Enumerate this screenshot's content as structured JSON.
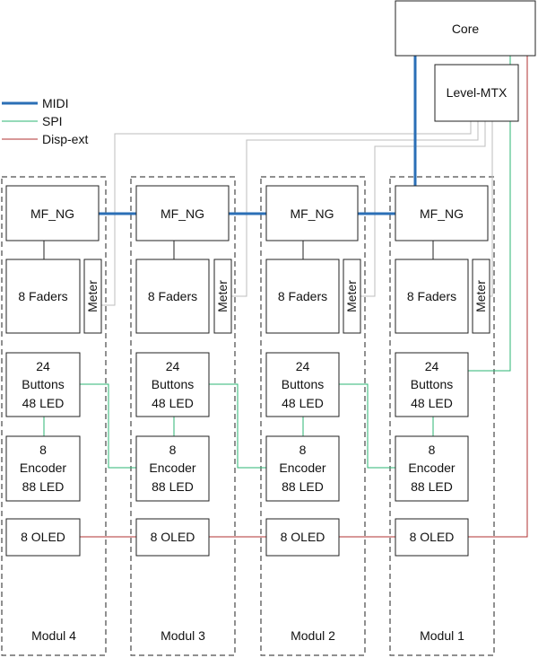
{
  "legend": {
    "midi": "MIDI",
    "spi": "SPI",
    "disp": "Disp-ext"
  },
  "colors": {
    "midi": "#2b6fb6",
    "spi": "#2bb673",
    "disp": "#b03030",
    "level": "#bdbdbd"
  },
  "core": "Core",
  "level_mtx": "Level-MTX",
  "modules": [
    {
      "name": "Modul 4",
      "mf": "MF_NG",
      "faders": "8 Faders",
      "meter": "Meter",
      "buttons": [
        "24",
        "Buttons",
        "48 LED"
      ],
      "encoder": [
        "8",
        "Encoder",
        "88 LED"
      ],
      "oled": "8 OLED"
    },
    {
      "name": "Modul 3",
      "mf": "MF_NG",
      "faders": "8 Faders",
      "meter": "Meter",
      "buttons": [
        "24",
        "Buttons",
        "48 LED"
      ],
      "encoder": [
        "8",
        "Encoder",
        "88 LED"
      ],
      "oled": "8 OLED"
    },
    {
      "name": "Modul 2",
      "mf": "MF_NG",
      "faders": "8 Faders",
      "meter": "Meter",
      "buttons": [
        "24",
        "Buttons",
        "48 LED"
      ],
      "encoder": [
        "8",
        "Encoder",
        "88 LED"
      ],
      "oled": "8 OLED"
    },
    {
      "name": "Modul 1",
      "mf": "MF_NG",
      "faders": "8 Faders",
      "meter": "Meter",
      "buttons": [
        "24",
        "Buttons",
        "48 LED"
      ],
      "encoder": [
        "8",
        "Encoder",
        "88 LED"
      ],
      "oled": "8 OLED"
    }
  ]
}
